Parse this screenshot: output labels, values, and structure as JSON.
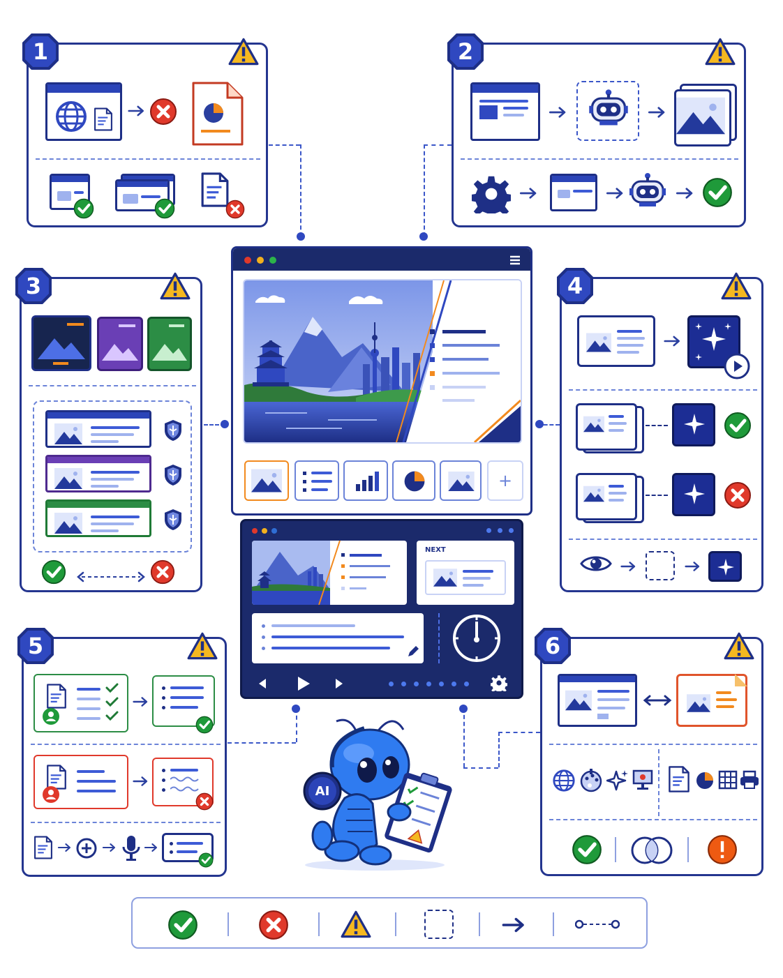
{
  "panels": [
    {
      "id": "1",
      "badge": "1"
    },
    {
      "id": "2",
      "badge": "2"
    },
    {
      "id": "3",
      "badge": "3"
    },
    {
      "id": "4",
      "badge": "4"
    },
    {
      "id": "5",
      "badge": "5"
    },
    {
      "id": "6",
      "badge": "6"
    }
  ],
  "presenter": {
    "next_label": "NEXT"
  },
  "mascot": {
    "headset_label": "AI"
  },
  "slide_toolbar": {
    "add_label": "+"
  },
  "colors": {
    "navy": "#1e2f86",
    "blue": "#2f48c0",
    "green": "#1f9a3a",
    "red": "#e0392b",
    "warning": "#f2b01e",
    "orange": "#f28a1e",
    "purple": "#6a3fb5"
  },
  "icons": [
    "warning-icon",
    "check-icon",
    "x-icon",
    "globe-icon",
    "robot-icon",
    "gear-icon",
    "eye-icon",
    "shield-icon",
    "microphone-icon",
    "timer-icon",
    "play-icon",
    "printer-icon",
    "pie-chart-icon",
    "bar-chart-icon"
  ]
}
